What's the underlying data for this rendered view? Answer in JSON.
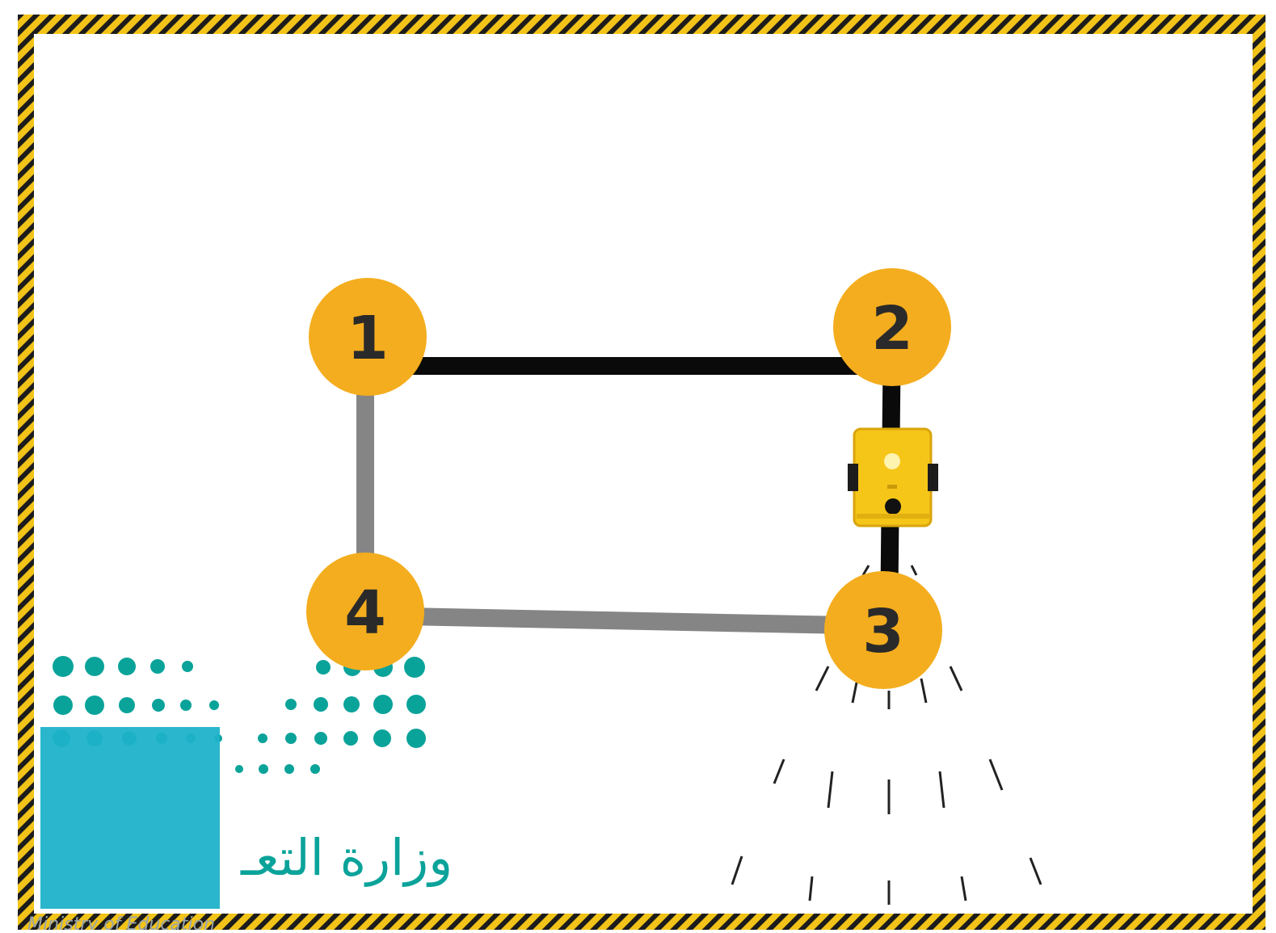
{
  "colors": {
    "frame_stripe_yellow": "#f2c318",
    "frame_stripe_dark": "#1c1c1c",
    "node_fill": "#f4ad1e",
    "node_text": "#2a2a2a",
    "path_done": "#0a0a0a",
    "path_pending": "#858585",
    "robot_body": "#f5c518",
    "logo_teal": "#0aa39a",
    "logo_square": "#1fb2c9"
  },
  "nodes": [
    {
      "label": "1"
    },
    {
      "label": "2"
    },
    {
      "label": "3"
    },
    {
      "label": "4"
    }
  ],
  "edges": [
    {
      "from": "1",
      "to": "2",
      "state": "traversed"
    },
    {
      "from": "2",
      "to": "3",
      "state": "traversed"
    },
    {
      "from": "3",
      "to": "4",
      "state": "pending"
    },
    {
      "from": "4",
      "to": "1",
      "state": "pending"
    }
  ],
  "robot": {
    "icon": "robot-icon",
    "on_edge": "2-3"
  },
  "logo": {
    "icon": "ministry-of-education-logo",
    "text": "وزارة التعـ",
    "subtext": "Ministry of Education"
  }
}
